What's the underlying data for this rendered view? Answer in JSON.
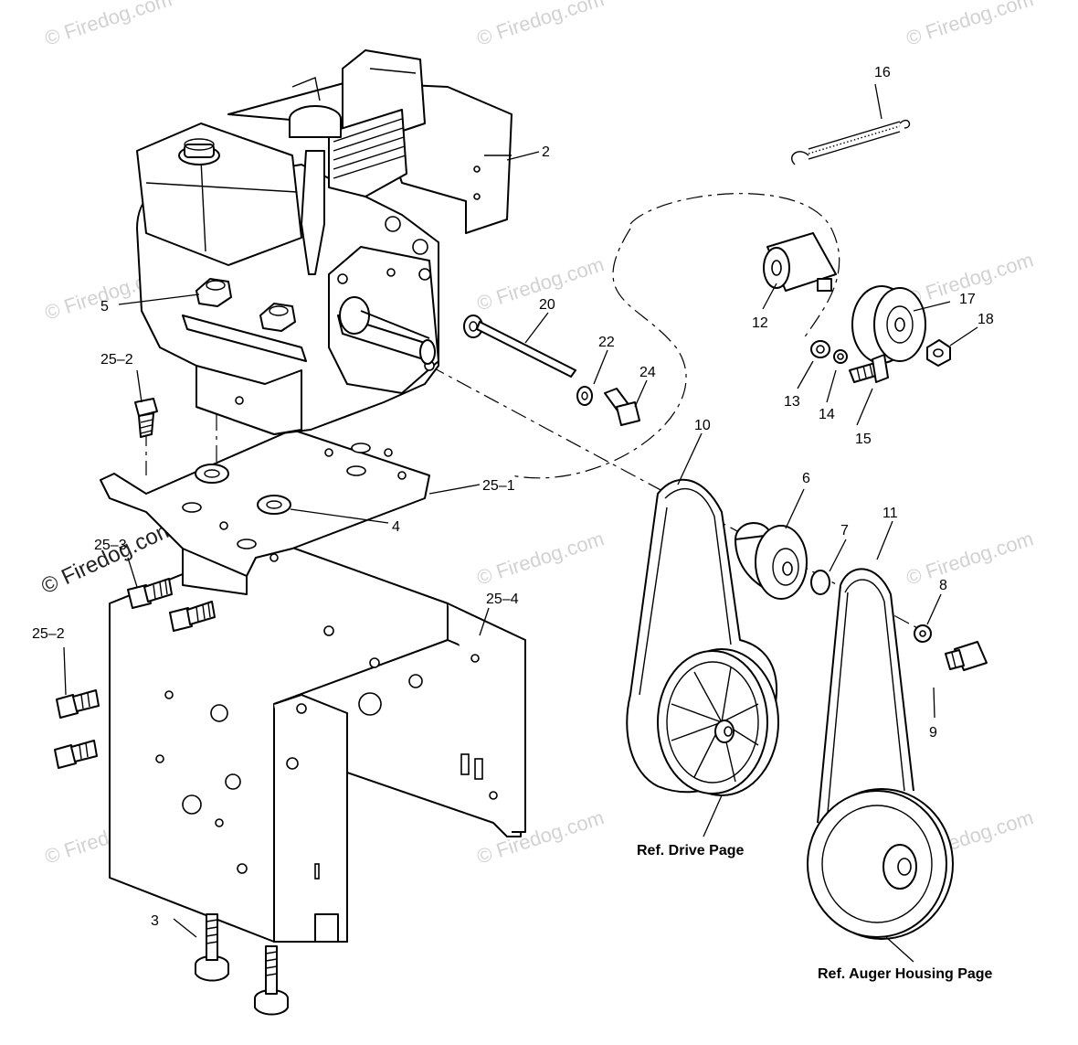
{
  "watermark": {
    "text": "© Firedog.com",
    "color": "#d2d2d2",
    "dark_color": "#222222"
  },
  "callouts": {
    "c2": "2",
    "c3": "3",
    "c4": "4",
    "c5": "5",
    "c6": "6",
    "c7": "7",
    "c8": "8",
    "c9": "9",
    "c10": "10",
    "c11": "11",
    "c12": "12",
    "c13": "13",
    "c14": "14",
    "c15": "15",
    "c16": "16",
    "c17": "17",
    "c18": "18",
    "c20": "20",
    "c22": "22",
    "c24": "24",
    "c25_1": "25–1",
    "c25_2_top": "25–2",
    "c25_2_bottom": "25–2",
    "c25_3": "25–3",
    "c25_4": "25–4"
  },
  "references": {
    "drive": "Ref. Drive Page",
    "auger": "Ref. Auger Housing Page"
  }
}
